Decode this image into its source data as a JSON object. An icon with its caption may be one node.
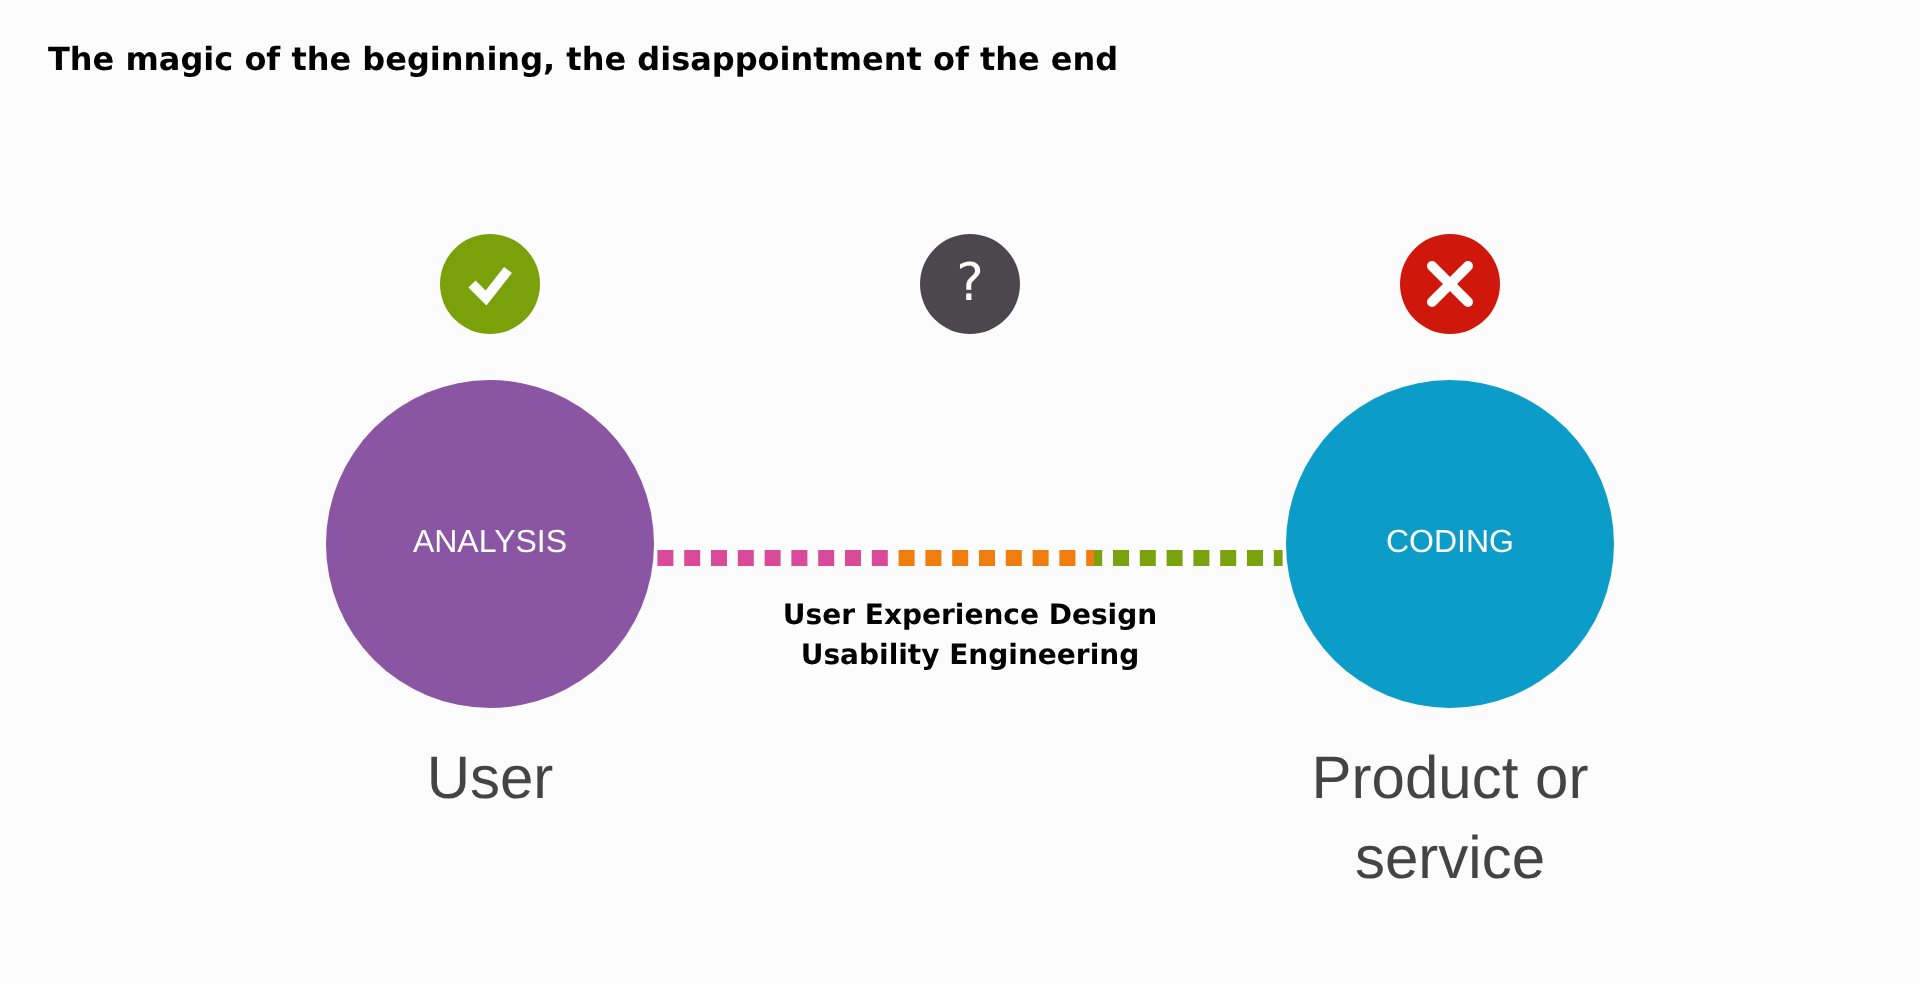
{
  "diagram": {
    "title": "The magic of the beginning, the disappointment of the end",
    "nodes": [
      {
        "text": [
          "ANALYSIS"
        ],
        "beside": [
          "User"
        ]
      },
      {
        "text": [
          "CODING"
        ],
        "beside": [
          "Product or service"
        ]
      }
    ],
    "edges": [
      {
        "from": 0,
        "to": 1,
        "arrow": "none",
        "style": "dashed",
        "label": "User Experience Design Usability Engineering"
      }
    ],
    "labels": [
      "?"
    ]
  }
}
